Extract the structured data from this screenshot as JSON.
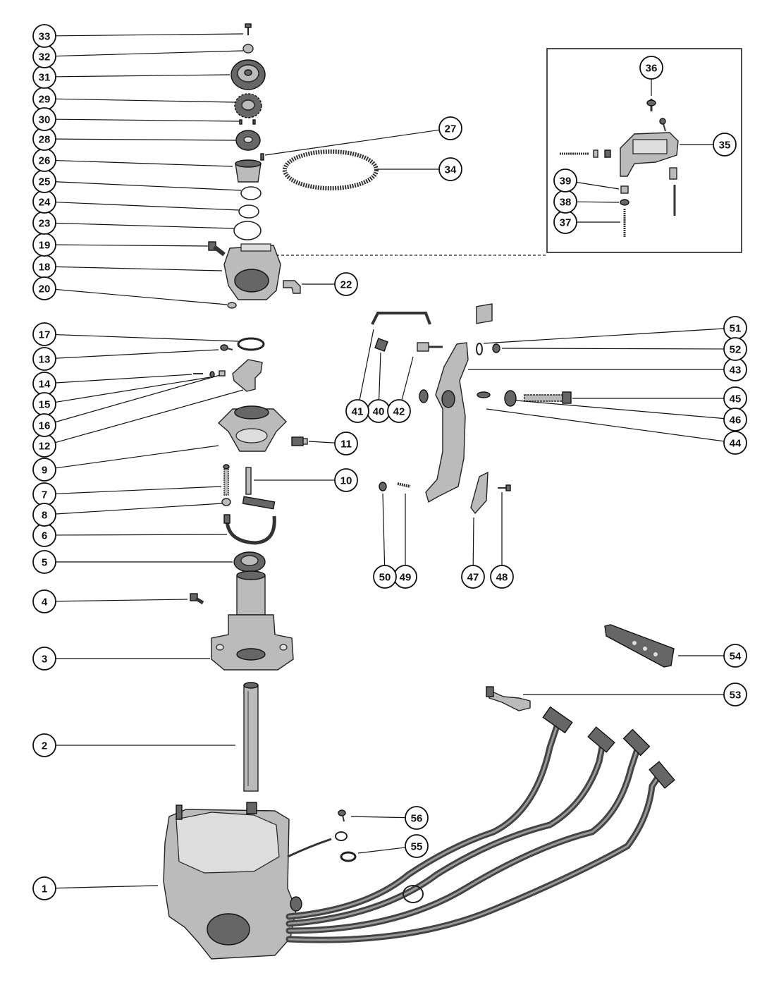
{
  "labels": [
    {
      "id": "1"
    },
    {
      "id": "2"
    },
    {
      "id": "3"
    },
    {
      "id": "4"
    },
    {
      "id": "5"
    },
    {
      "id": "6"
    },
    {
      "id": "7"
    },
    {
      "id": "8"
    },
    {
      "id": "9"
    },
    {
      "id": "10"
    },
    {
      "id": "11"
    },
    {
      "id": "12"
    },
    {
      "id": "13"
    },
    {
      "id": "14"
    },
    {
      "id": "15"
    },
    {
      "id": "16"
    },
    {
      "id": "17"
    },
    {
      "id": "18"
    },
    {
      "id": "19"
    },
    {
      "id": "20"
    },
    {
      "id": "22"
    },
    {
      "id": "23"
    },
    {
      "id": "24"
    },
    {
      "id": "25"
    },
    {
      "id": "26"
    },
    {
      "id": "27"
    },
    {
      "id": "28"
    },
    {
      "id": "29"
    },
    {
      "id": "30"
    },
    {
      "id": "31"
    },
    {
      "id": "32"
    },
    {
      "id": "33"
    },
    {
      "id": "34"
    },
    {
      "id": "35"
    },
    {
      "id": "36"
    },
    {
      "id": "37"
    },
    {
      "id": "38"
    },
    {
      "id": "39"
    },
    {
      "id": "40"
    },
    {
      "id": "41"
    },
    {
      "id": "42"
    },
    {
      "id": "43"
    },
    {
      "id": "44"
    },
    {
      "id": "45"
    },
    {
      "id": "46"
    },
    {
      "id": "47"
    },
    {
      "id": "48"
    },
    {
      "id": "49"
    },
    {
      "id": "50"
    },
    {
      "id": "51"
    },
    {
      "id": "52"
    },
    {
      "id": "53"
    },
    {
      "id": "54"
    },
    {
      "id": "55"
    },
    {
      "id": "56"
    }
  ],
  "colors": {
    "ink": "#111111",
    "part_fill": "#bbbbbb",
    "background": "#ffffff"
  }
}
